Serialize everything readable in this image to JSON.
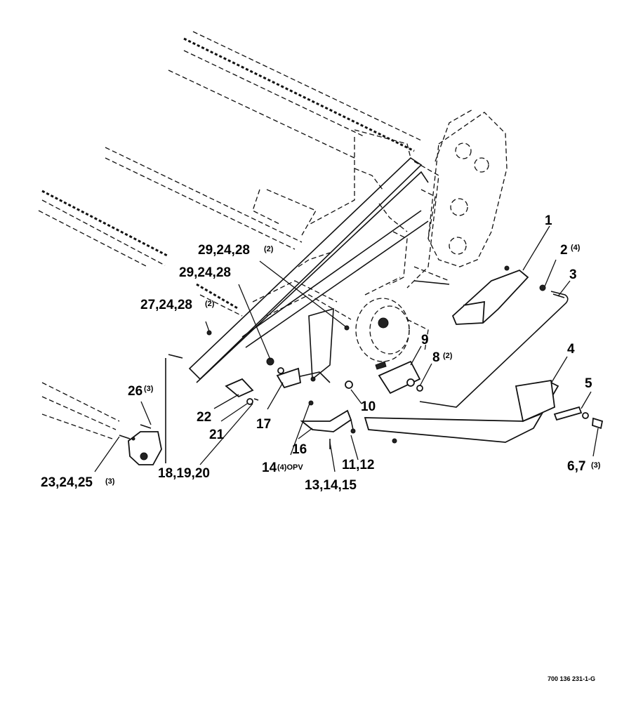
{
  "callouts": [
    {
      "id": "c1",
      "label": "1",
      "qty": ""
    },
    {
      "id": "c2",
      "label": "2",
      "qty": "(4)"
    },
    {
      "id": "c3",
      "label": "3",
      "qty": ""
    },
    {
      "id": "c4",
      "label": "4",
      "qty": ""
    },
    {
      "id": "c5",
      "label": "5",
      "qty": ""
    },
    {
      "id": "c6",
      "label": "6,7",
      "qty": "(3)"
    },
    {
      "id": "c8",
      "label": "8",
      "qty": "(2)"
    },
    {
      "id": "c9",
      "label": "9",
      "qty": ""
    },
    {
      "id": "c10",
      "label": "10",
      "qty": ""
    },
    {
      "id": "c11",
      "label": "11,12",
      "qty": ""
    },
    {
      "id": "c13",
      "label": "13,14,15",
      "qty": ""
    },
    {
      "id": "c14",
      "label": "14",
      "qty": "(4)OPV"
    },
    {
      "id": "c16",
      "label": "16",
      "qty": ""
    },
    {
      "id": "c17",
      "label": "17",
      "qty": ""
    },
    {
      "id": "c18",
      "label": "18,19,20",
      "qty": ""
    },
    {
      "id": "c21",
      "label": "21",
      "qty": ""
    },
    {
      "id": "c22",
      "label": "22",
      "qty": ""
    },
    {
      "id": "c23",
      "label": "23,24,25",
      "qty": "(3)"
    },
    {
      "id": "c26",
      "label": "26",
      "qty": "(3)"
    },
    {
      "id": "c27",
      "label": "27,24,28",
      "qty": "(2)"
    },
    {
      "id": "c29a",
      "label": "29,24,28",
      "qty": ""
    },
    {
      "id": "c29b",
      "label": "29,24,28",
      "qty": "(2)"
    }
  ],
  "reference_code": "700 136 231-1-G"
}
